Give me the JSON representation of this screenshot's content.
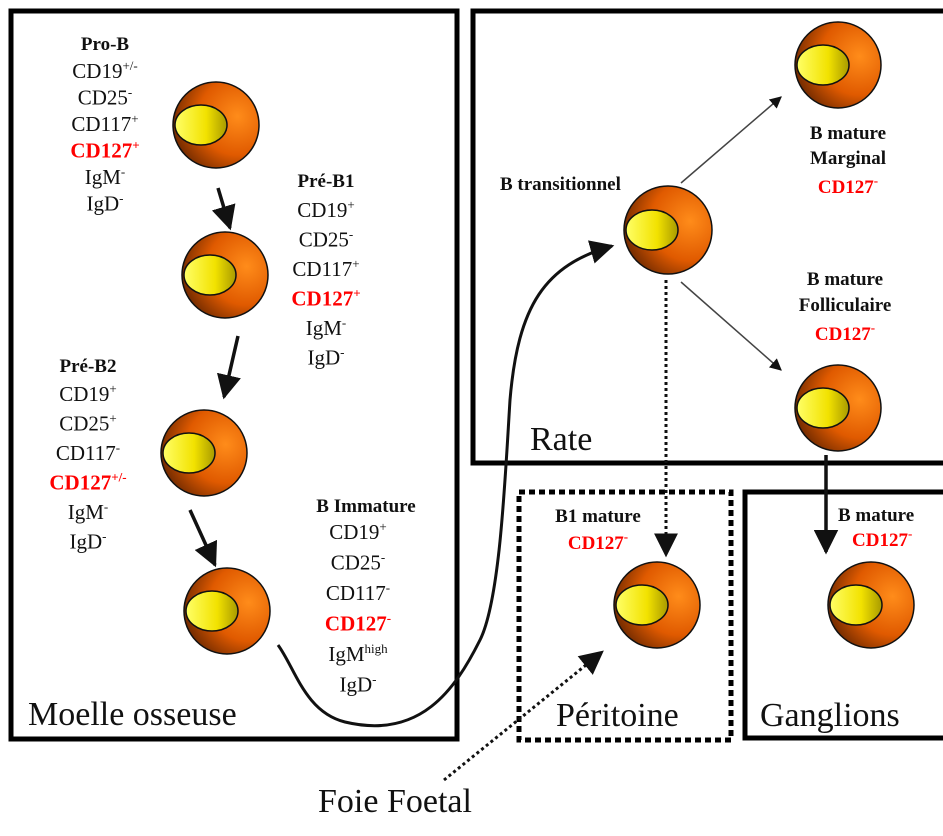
{
  "regions": {
    "bone_marrow": "Moelle osseuse",
    "spleen": "Rate",
    "peritoneum": "Péritoine",
    "lymph_nodes": "Ganglions",
    "fetal_liver": "Foie Foetal"
  },
  "stages": {
    "pro_b": {
      "name": "Pro-B",
      "markers": [
        {
          "base": "CD19",
          "sup": "+/-",
          "highlight": false
        },
        {
          "base": "CD25",
          "sup": "-",
          "highlight": false
        },
        {
          "base": "CD117",
          "sup": "+",
          "highlight": false
        },
        {
          "base": "CD127",
          "sup": "+",
          "highlight": true
        },
        {
          "base": "IgM",
          "sup": "-",
          "highlight": false
        },
        {
          "base": "IgD",
          "sup": "-",
          "highlight": false
        }
      ]
    },
    "pre_b1": {
      "name": "Pré-B1",
      "markers": [
        {
          "base": "CD19",
          "sup": "+",
          "highlight": false
        },
        {
          "base": "CD25",
          "sup": "-",
          "highlight": false
        },
        {
          "base": "CD117",
          "sup": "+",
          "highlight": false
        },
        {
          "base": "CD127",
          "sup": "+",
          "highlight": true
        },
        {
          "base": "IgM",
          "sup": "-",
          "highlight": false
        },
        {
          "base": "IgD",
          "sup": "-",
          "highlight": false
        }
      ]
    },
    "pre_b2": {
      "name": "Pré-B2",
      "markers": [
        {
          "base": "CD19",
          "sup": "+",
          "highlight": false
        },
        {
          "base": "CD25",
          "sup": "+",
          "highlight": false
        },
        {
          "base": "CD117",
          "sup": "-",
          "highlight": false
        },
        {
          "base": "CD127",
          "sup": "+/-",
          "highlight": true
        },
        {
          "base": "IgM",
          "sup": "-",
          "highlight": false
        },
        {
          "base": "IgD",
          "sup": "-",
          "highlight": false
        }
      ]
    },
    "b_immature": {
      "name": "B Immature",
      "markers": [
        {
          "base": "CD19",
          "sup": "+",
          "highlight": false
        },
        {
          "base": "CD25",
          "sup": "-",
          "highlight": false
        },
        {
          "base": "CD117",
          "sup": "-",
          "highlight": false
        },
        {
          "base": "CD127",
          "sup": "-",
          "highlight": true
        },
        {
          "base": "IgM",
          "sup": "high",
          "highlight": false
        },
        {
          "base": "IgD",
          "sup": "-",
          "highlight": false
        }
      ]
    },
    "b_transitional": {
      "name": "B transitionnel"
    },
    "b_marginal": {
      "name_line1": "B mature",
      "name_line2": "Marginal",
      "marker": {
        "base": "CD127",
        "sup": "-"
      }
    },
    "b_follicular": {
      "name_line1": "B mature",
      "name_line2": "Folliculaire",
      "marker": {
        "base": "CD127",
        "sup": "-"
      }
    },
    "b1_mature": {
      "name": "B1 mature",
      "marker": {
        "base": "CD127",
        "sup": "-"
      }
    },
    "b_mature_node": {
      "name": "B mature",
      "marker": {
        "base": "CD127",
        "sup": "-"
      }
    }
  },
  "colors": {
    "highlight": "#ff0000",
    "cell_outer_light": "#ff8c1a",
    "cell_outer_dark": "#7a2e00",
    "nucleus_light": "#ffff66",
    "nucleus_dark": "#b0a000",
    "border": "#000000"
  }
}
